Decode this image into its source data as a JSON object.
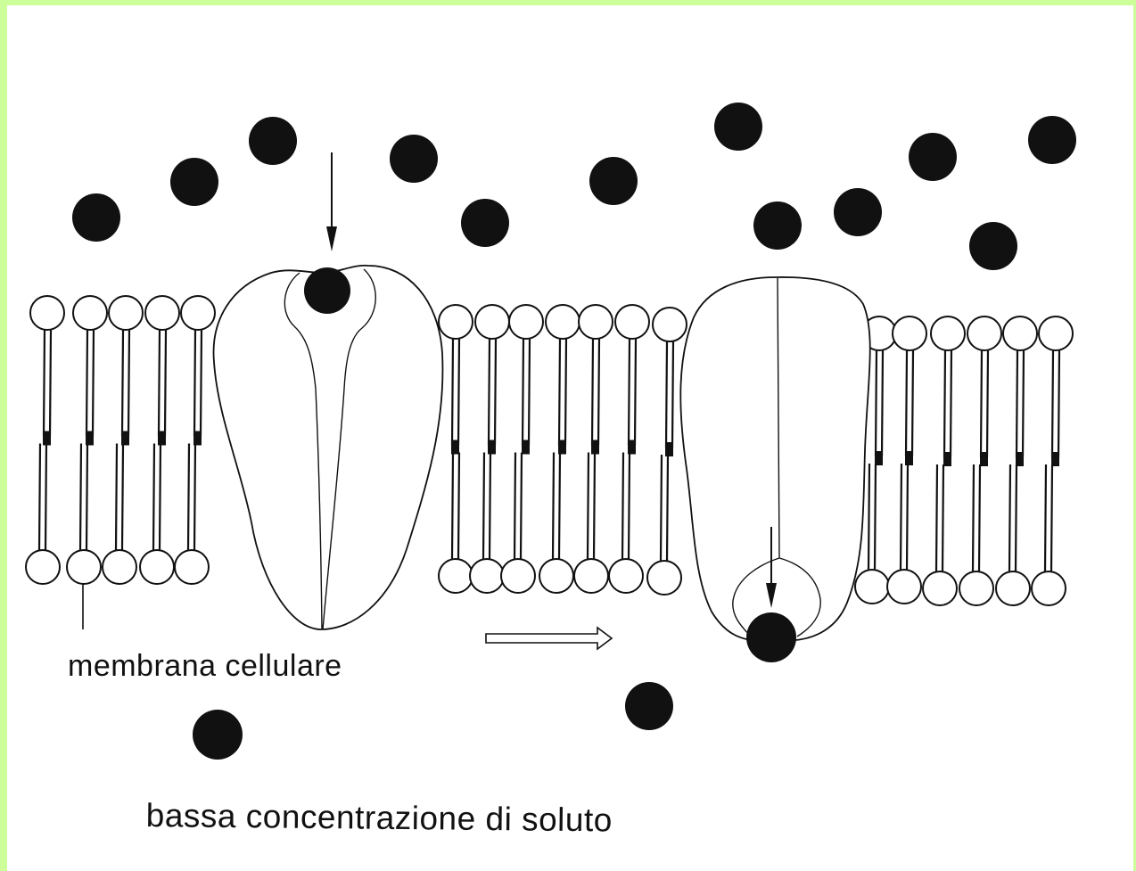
{
  "diagram": {
    "membrane_label": "membrana cellulare",
    "low_concentration_label": "bassa concentrazione di soluto",
    "colors": {
      "background": "#ffffff",
      "frame": "#ccff99",
      "ink": "#111111"
    },
    "icons": {
      "solute": "solute-particle",
      "carrier": "carrier-protein",
      "phospholipid": "phospholipid-molecule",
      "flow": "outline-arrow-right"
    }
  }
}
